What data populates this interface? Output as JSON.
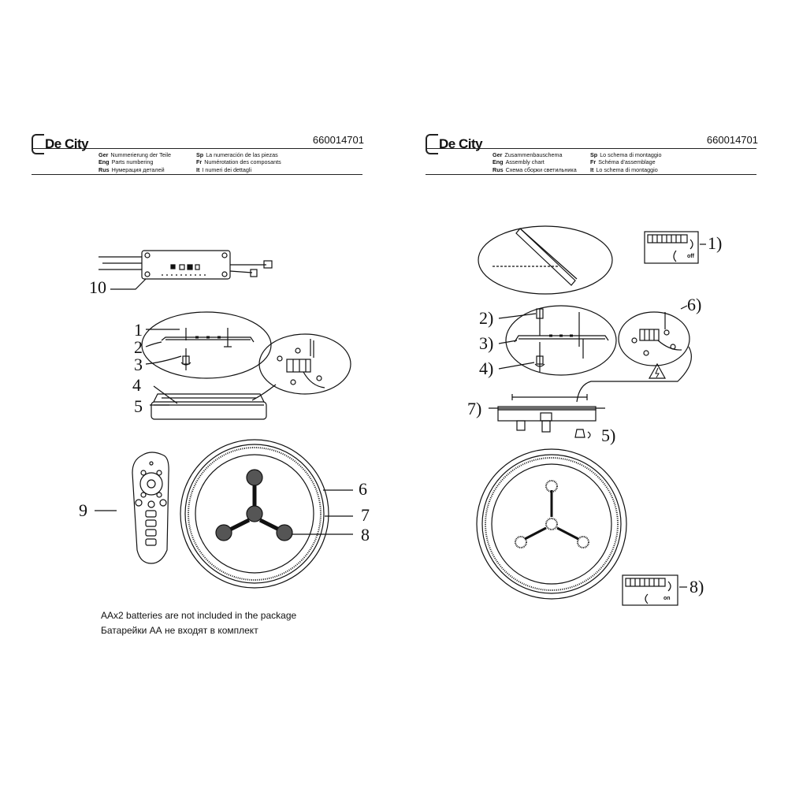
{
  "brand": {
    "name": "De City"
  },
  "left_page": {
    "doc_number": "660014701",
    "captions": [
      {
        "code": "Ger",
        "text": "Nummerierung der Teile"
      },
      {
        "code": "Sp",
        "text": "La numeración de las piezas"
      },
      {
        "code": "Eng",
        "text": "Parts numbering"
      },
      {
        "code": "Fr",
        "text": "Numérotation des composants"
      },
      {
        "code": "Rus",
        "text": "Нумерация деталей"
      },
      {
        "code": "It",
        "text": "I numeri dei dettagli"
      }
    ],
    "labels": [
      "1",
      "2",
      "3",
      "4",
      "5",
      "6",
      "7",
      "8",
      "9",
      "10"
    ],
    "notes": [
      "AAx2 batteries are not included in the package",
      "Батарейки АА не входят в комплект"
    ]
  },
  "right_page": {
    "doc_number": "660014701",
    "captions": [
      {
        "code": "Ger",
        "text": "Zusammenbauschema"
      },
      {
        "code": "Sp",
        "text": "Lo schema di montaggio"
      },
      {
        "code": "Eng",
        "text": "Assembly chart"
      },
      {
        "code": "Fr",
        "text": "Schéma d'assemblage"
      },
      {
        "code": "Rus",
        "text": "Схема сборки светильника"
      },
      {
        "code": "It",
        "text": "Lo schema di montaggio"
      }
    ],
    "labels": [
      "1)",
      "2)",
      "3)",
      "4)",
      "5)",
      "6)",
      "7)",
      "8)"
    ],
    "switch_off": "off",
    "switch_on": "on"
  }
}
